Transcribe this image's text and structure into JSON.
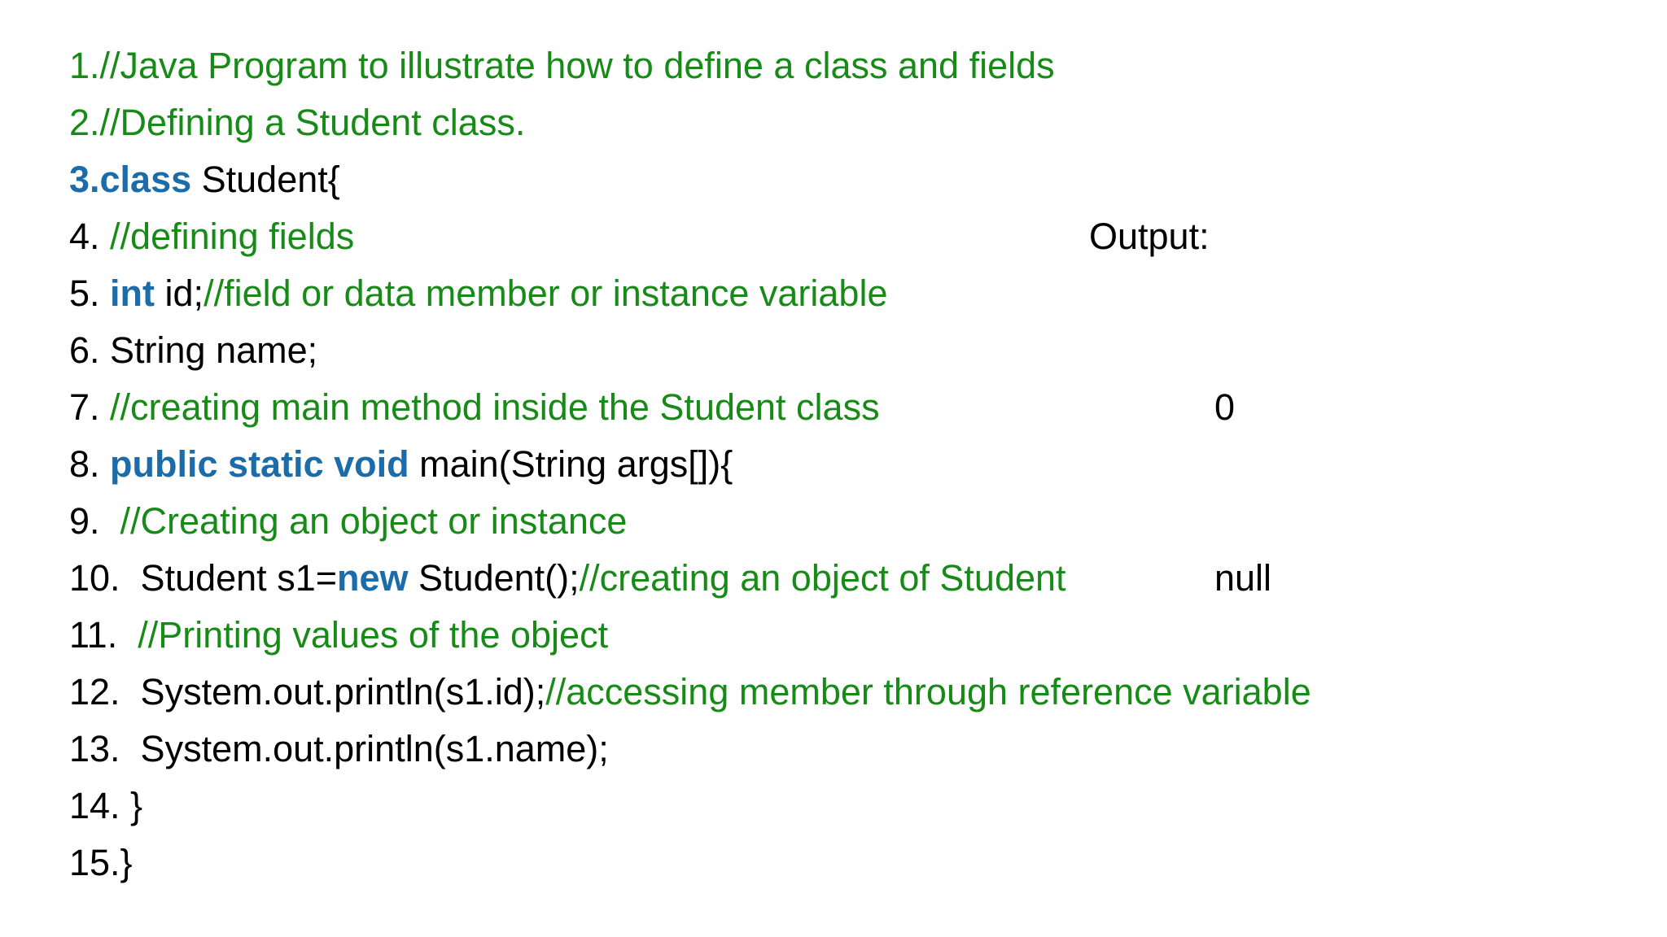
{
  "page": {
    "background_color": "#ffffff"
  },
  "colors": {
    "plain": "#000000",
    "comment": "#178A17",
    "keyword": "#1B6CA8"
  },
  "code": {
    "language": "java",
    "lines": [
      {
        "number": 1,
        "segments": [
          {
            "text": "1.//Java Program to illustrate how to define a class and fields",
            "color": "comment"
          }
        ]
      },
      {
        "number": 2,
        "segments": [
          {
            "text": "2.//Defining a Student class.",
            "color": "comment"
          }
        ]
      },
      {
        "number": 3,
        "segments": [
          {
            "text": "3.class",
            "color": "keyword"
          },
          {
            "text": " Student{",
            "color": "plain"
          }
        ]
      },
      {
        "number": 4,
        "segments": [
          {
            "text": "4. ",
            "color": "plain"
          },
          {
            "text": "//defining fields",
            "color": "comment"
          }
        ]
      },
      {
        "number": 5,
        "segments": [
          {
            "text": "5. ",
            "color": "plain"
          },
          {
            "text": "int",
            "color": "keyword"
          },
          {
            "text": " id;",
            "color": "plain"
          },
          {
            "text": "//field or data member or instance variable",
            "color": "comment"
          }
        ]
      },
      {
        "number": 6,
        "segments": [
          {
            "text": "6. String name;",
            "color": "plain"
          }
        ]
      },
      {
        "number": 7,
        "segments": [
          {
            "text": "7. ",
            "color": "plain"
          },
          {
            "text": "//creating main method inside the Student class",
            "color": "comment"
          }
        ]
      },
      {
        "number": 8,
        "segments": [
          {
            "text": "8. ",
            "color": "plain"
          },
          {
            "text": "public static void",
            "color": "keyword"
          },
          {
            "text": " main(String args[]){",
            "color": "plain"
          }
        ]
      },
      {
        "number": 9,
        "segments": [
          {
            "text": "9.  ",
            "color": "plain"
          },
          {
            "text": "//Creating an object or instance",
            "color": "comment"
          }
        ]
      },
      {
        "number": 10,
        "segments": [
          {
            "text": "10.  Student s1=",
            "color": "plain"
          },
          {
            "text": "new",
            "color": "keyword"
          },
          {
            "text": " Student();",
            "color": "plain"
          },
          {
            "text": "//creating an object of Student",
            "color": "comment"
          }
        ]
      },
      {
        "number": 11,
        "segments": [
          {
            "text": "11.  ",
            "color": "plain"
          },
          {
            "text": "//Printing values of the object",
            "color": "comment"
          }
        ]
      },
      {
        "number": 12,
        "segments": [
          {
            "text": "12.  System.out.println(s1.id);",
            "color": "plain"
          },
          {
            "text": "//accessing member through reference variable",
            "color": "comment"
          }
        ]
      },
      {
        "number": 13,
        "segments": [
          {
            "text": "13.  System.out.println(s1.name);",
            "color": "plain"
          }
        ]
      },
      {
        "number": 14,
        "segments": [
          {
            "text": "14. }",
            "color": "plain"
          }
        ]
      },
      {
        "number": 15,
        "segments": [
          {
            "text": "15.}",
            "color": "plain"
          }
        ]
      }
    ]
  },
  "output": {
    "label": "Output:",
    "values": [
      "0",
      "null"
    ]
  }
}
